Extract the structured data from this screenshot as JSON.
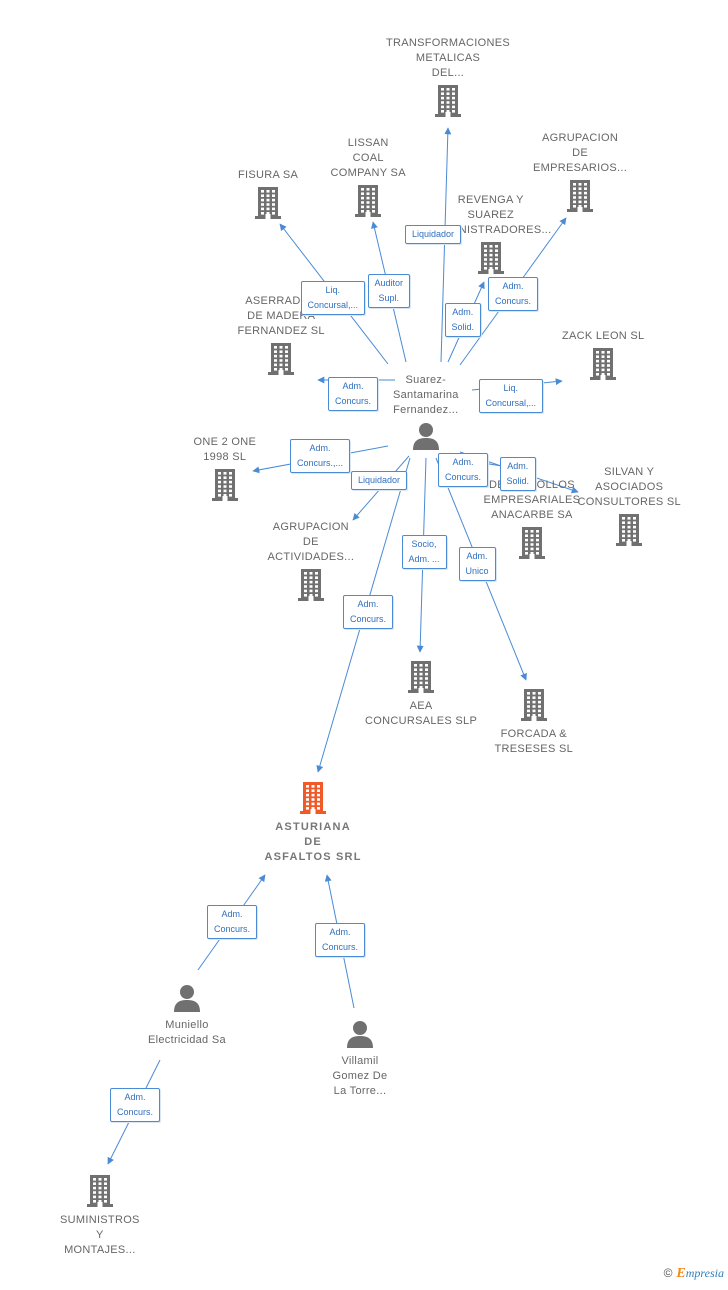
{
  "colors": {
    "edge": "#4a8bd6",
    "building": "#707070",
    "focus": "#f05a28",
    "person": "#707070"
  },
  "nodes": [
    {
      "id": "transformaciones",
      "type": "company",
      "label": [
        "TRANSFORMACIONES",
        "METALICAS",
        "DEL..."
      ]
    },
    {
      "id": "lissan",
      "type": "company",
      "label": [
        "LISSAN",
        "COAL",
        "COMPANY SA"
      ]
    },
    {
      "id": "fisura",
      "type": "company",
      "label": [
        "FISURA SA"
      ]
    },
    {
      "id": "agrupacion_emp",
      "type": "company",
      "label": [
        "AGRUPACION",
        "DE",
        "EMPRESARIOS..."
      ]
    },
    {
      "id": "revenga",
      "type": "company",
      "label": [
        "REVENGA Y",
        "SUAREZ",
        "ADMINISTRADORES..."
      ]
    },
    {
      "id": "aserrados",
      "type": "company",
      "label": [
        "ASERRADOS",
        "DE MADERA",
        "FERNANDEZ SL"
      ]
    },
    {
      "id": "zack",
      "type": "company",
      "label": [
        "ZACK LEON SL"
      ]
    },
    {
      "id": "suarez",
      "type": "person",
      "label": [
        "Suarez-",
        "Santamarina",
        "Fernandez..."
      ]
    },
    {
      "id": "one2one",
      "type": "company",
      "label": [
        "ONE 2 ONE",
        "1998 SL"
      ]
    },
    {
      "id": "desarrollos",
      "type": "company",
      "label": [
        "DESARROLLOS",
        "EMPRESARIALES",
        "ANACARBE SA"
      ]
    },
    {
      "id": "silvan",
      "type": "company",
      "label": [
        "SILVAN Y",
        "ASOCIADOS",
        "CONSULTORES SL"
      ]
    },
    {
      "id": "agrupacion_act",
      "type": "company",
      "label": [
        "AGRUPACION",
        "DE",
        "ACTIVIDADES..."
      ]
    },
    {
      "id": "aea",
      "type": "company",
      "label": [
        "AEA",
        "CONCURSALES SLP"
      ]
    },
    {
      "id": "forcada",
      "type": "company",
      "label": [
        "FORCADA &",
        "TRESESES SL"
      ]
    },
    {
      "id": "asturiana",
      "type": "focus",
      "label": [
        "ASTURIANA",
        "DE",
        "ASFALTOS SRL"
      ]
    },
    {
      "id": "muniello",
      "type": "person",
      "label": [
        "Muniello",
        "Electricidad Sa"
      ]
    },
    {
      "id": "villamil",
      "type": "person",
      "label": [
        "Villamil",
        "Gomez De",
        "La Torre..."
      ]
    },
    {
      "id": "suministros",
      "type": "company",
      "label": [
        "SUMINISTROS",
        "Y",
        "MONTAJES..."
      ]
    }
  ],
  "edges": [
    {
      "from": "suarez",
      "to": "transformaciones",
      "label": [
        "Liquidador"
      ]
    },
    {
      "from": "suarez",
      "to": "lissan",
      "label": [
        "Auditor",
        "Supl."
      ]
    },
    {
      "from": "suarez",
      "to": "fisura",
      "label": [
        "Liq.",
        "Concursal,..."
      ]
    },
    {
      "from": "suarez",
      "to": "agrupacion_emp",
      "label": [
        "Adm.",
        "Concurs."
      ]
    },
    {
      "from": "suarez",
      "to": "revenga",
      "label": [
        "Adm.",
        "Solid."
      ]
    },
    {
      "from": "suarez",
      "to": "aserrados",
      "label": [
        "Adm.",
        "Concurs."
      ]
    },
    {
      "from": "suarez",
      "to": "zack",
      "label": [
        "Liq.",
        "Concursal,..."
      ]
    },
    {
      "from": "suarez",
      "to": "one2one",
      "label": [
        "Adm.",
        "Concurs.,..."
      ]
    },
    {
      "from": "suarez",
      "to": "agrupacion_act",
      "label": [
        "Liquidador"
      ]
    },
    {
      "from": "suarez",
      "to": "desarrollos",
      "label": [
        "Adm.",
        "Concurs."
      ]
    },
    {
      "from": "suarez",
      "to": "silvan",
      "label": [
        "Adm.",
        "Solid."
      ]
    },
    {
      "from": "suarez",
      "to": "aea",
      "label": [
        "Socio,",
        "Adm. ..."
      ]
    },
    {
      "from": "suarez",
      "to": "forcada",
      "label": [
        "Adm.",
        "Unico"
      ]
    },
    {
      "from": "suarez",
      "to": "asturiana",
      "label": [
        "Adm.",
        "Concurs."
      ]
    },
    {
      "from": "muniello",
      "to": "asturiana",
      "label": [
        "Adm.",
        "Concurs."
      ]
    },
    {
      "from": "villamil",
      "to": "asturiana",
      "label": [
        "Adm.",
        "Concurs."
      ]
    },
    {
      "from": "muniello",
      "to": "suministros",
      "label": [
        "Adm.",
        "Concurs."
      ]
    }
  ],
  "footer": {
    "copyright": "©",
    "brand_initial": "E",
    "brand_rest": "mpresia"
  }
}
